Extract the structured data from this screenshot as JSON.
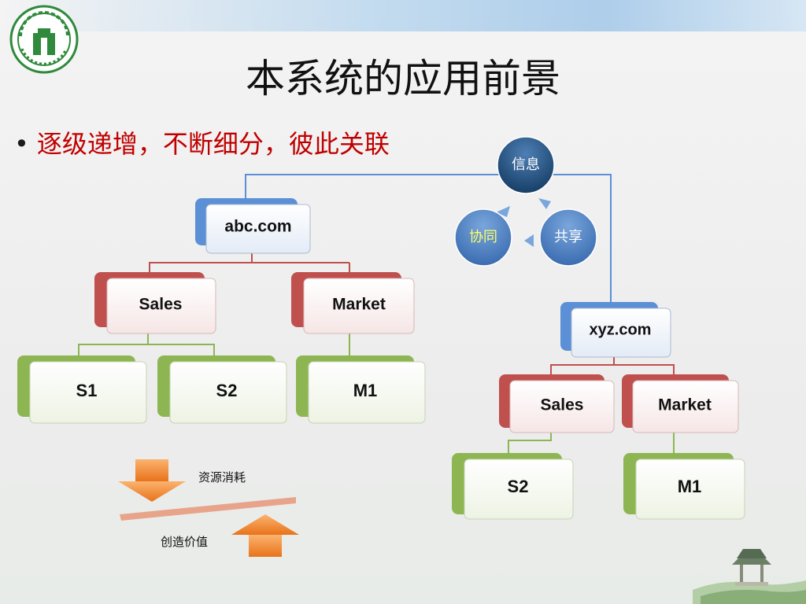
{
  "slide": {
    "title": "本系统的应用前景",
    "bullet": "逐级递增，不断细分，彼此关联"
  },
  "cycle": {
    "top": "信息",
    "left": "协同",
    "right": "共享"
  },
  "tree_abc": {
    "root": "abc.com",
    "children": [
      {
        "label": "Sales",
        "children": [
          "S1",
          "S2"
        ]
      },
      {
        "label": "Market",
        "children": [
          "M1"
        ]
      }
    ]
  },
  "tree_xyz": {
    "root": "xyz.com",
    "children": [
      {
        "label": "Sales",
        "children": [
          "S2"
        ]
      },
      {
        "label": "Market",
        "children": [
          "M1"
        ]
      }
    ]
  },
  "balance": {
    "down_label": "资源消耗",
    "up_label": "创造价值"
  },
  "colors": {
    "blue_accent": "#5b8fd6",
    "red_accent": "#c0504d",
    "green_accent": "#8db653",
    "circle_dark": "#1f4e79",
    "circle_mid": "#4a7fc0",
    "orange": "#f79646",
    "bullet_red": "#c00000"
  }
}
